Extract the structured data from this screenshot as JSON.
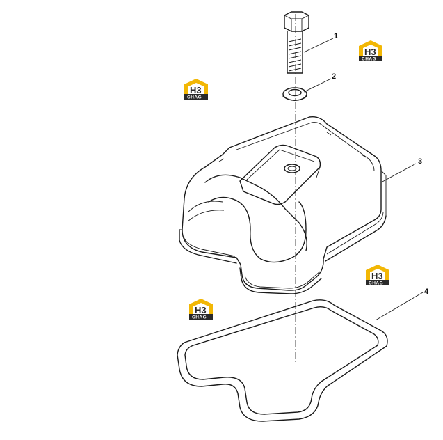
{
  "callouts": [
    {
      "id": "1",
      "label": "1"
    },
    {
      "id": "2",
      "label": "2"
    },
    {
      "id": "3",
      "label": "3"
    },
    {
      "id": "4",
      "label": "4"
    }
  ],
  "logo": {
    "mark": "H3",
    "subtext": "CHAG",
    "colors": {
      "accent": "#f2b705",
      "dark": "#2a2a2a"
    }
  },
  "colors": {
    "line": "#1a1a1a",
    "background": "#ffffff"
  }
}
